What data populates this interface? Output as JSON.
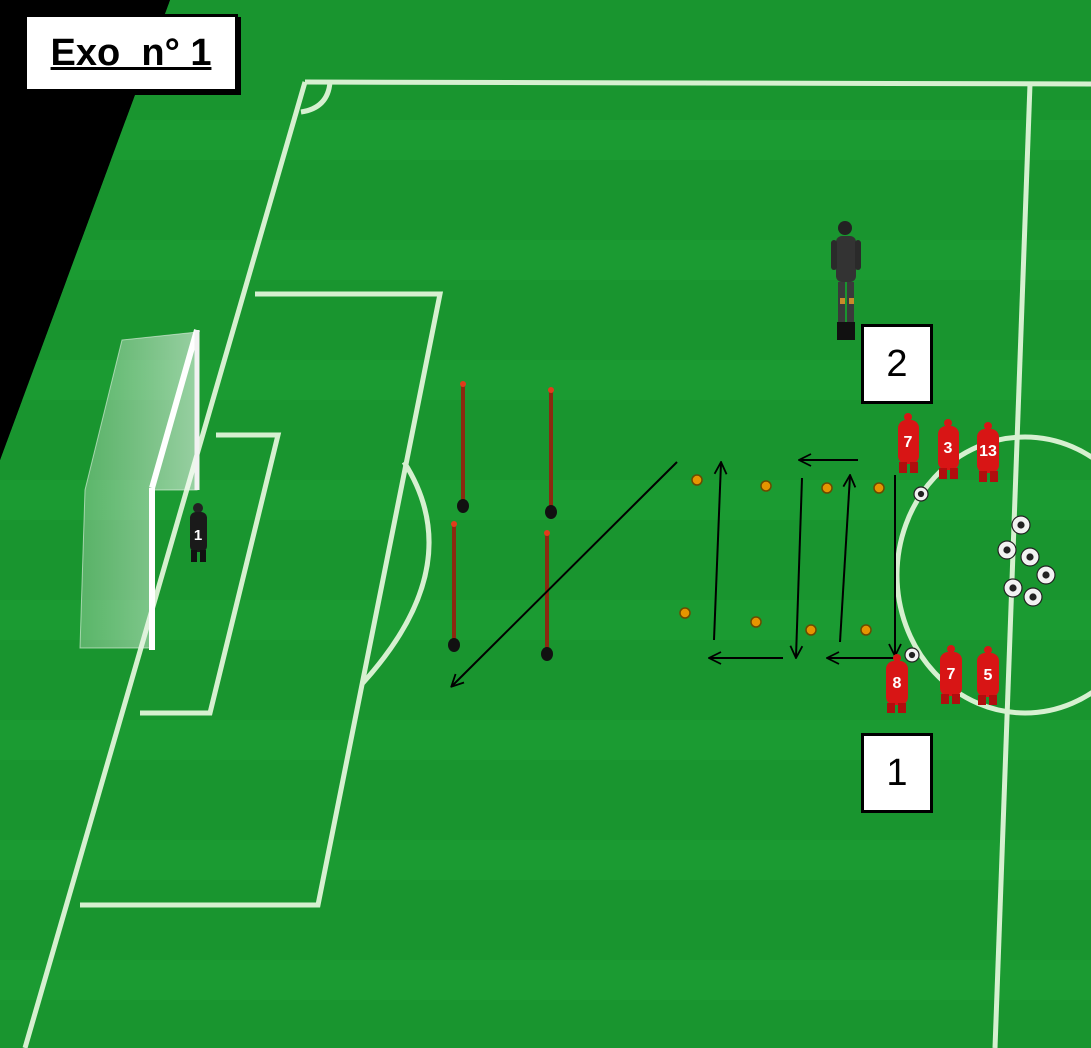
{
  "title": "Exo  n° 1",
  "group_labels": {
    "upper": "2",
    "lower": "1"
  },
  "goalkeeper": {
    "number": "1"
  },
  "players_upper": [
    "7",
    "3",
    "13"
  ],
  "players_lower": [
    "8",
    "7",
    "5"
  ],
  "colors": {
    "pitch": "#19952f",
    "pitch_stripe": "#1ea236",
    "lines": "#d6f0d0",
    "player_red": "#d81515",
    "cone": "#e69500",
    "pole": "#8b2a10",
    "arrow": "#000000"
  }
}
